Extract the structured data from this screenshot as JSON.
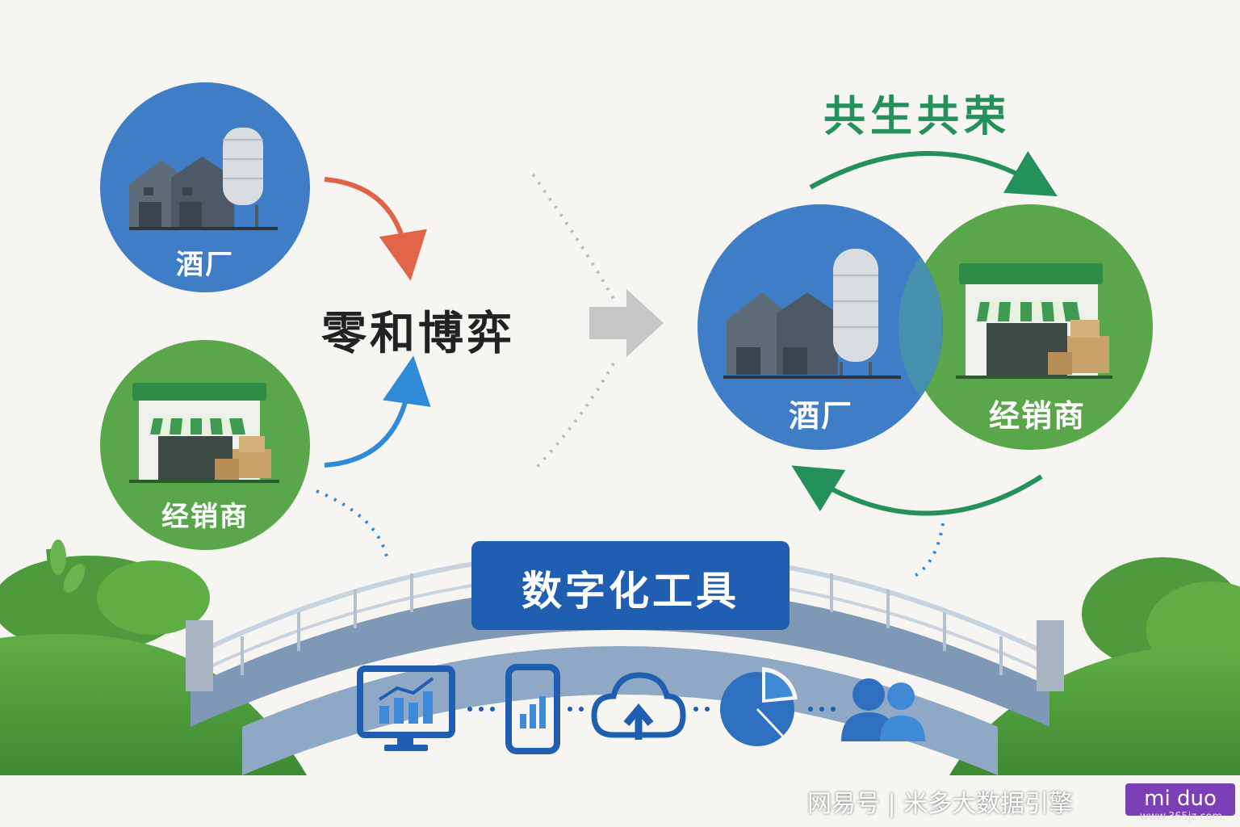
{
  "left": {
    "winery_label": "酒厂",
    "dealer_label": "经销商",
    "relation_title": "零和博弈"
  },
  "right": {
    "relation_title": "共生共荣",
    "winery_label": "酒厂",
    "dealer_label": "经销商"
  },
  "bridge": {
    "title": "数字化工具",
    "tools": [
      "chart-monitor-icon",
      "phone-chart-icon",
      "cloud-upload-icon",
      "pie-chart-icon",
      "users-icon"
    ]
  },
  "watermark": {
    "text": "网易号 | 米多大数据引擎",
    "brand": "mi duo",
    "url": "www.365jz.com"
  },
  "colors": {
    "blue": "#3f7ec6",
    "green": "#5aa64b",
    "red_arrow": "#e06448",
    "blue_arrow": "#2f8bd8",
    "green_arrow": "#24905a",
    "bridge_banner": "#1f5eb0"
  }
}
